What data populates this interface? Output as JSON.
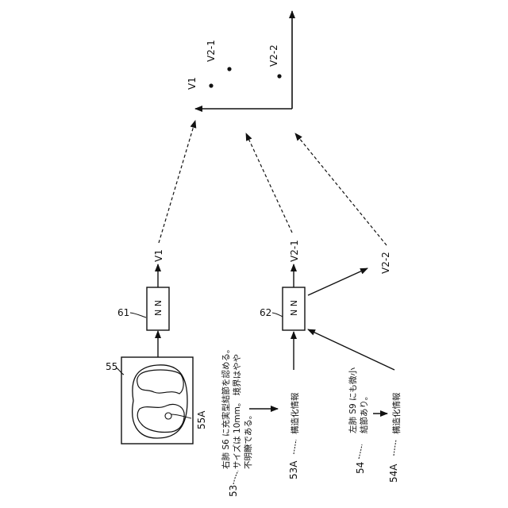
{
  "labels": {
    "fig_55": "55",
    "fig_55a": "55A",
    "fig_61": "61",
    "fig_62": "62",
    "fig_53": "53",
    "fig_53a": "53A",
    "fig_54": "54",
    "fig_54a": "54A",
    "nn_1": "N N",
    "nn_2": "N N",
    "v1": "V1",
    "v2_1": "V2-1",
    "v2_2": "V2-2",
    "plot_v1": "V1",
    "plot_v2_1": "V2-1",
    "plot_v2_2": "V2-2"
  },
  "findings": {
    "text_53_lines": [
      "右肺 S6 に充実型結節を認める。",
      "サイズは 10mm。 境界はやや",
      "不明瞭である。"
    ],
    "text_54_lines": [
      "左肺 S9 にも微小",
      "結節あり。"
    ]
  },
  "structured_info": {
    "label_1": "構造化情報",
    "label_2": "構造化情報"
  }
}
